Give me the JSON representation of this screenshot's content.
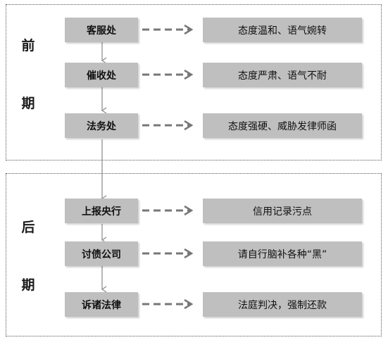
{
  "phases": {
    "early": {
      "label_line1": "前",
      "label_line2": "期"
    },
    "late": {
      "label_line1": "后",
      "label_line2": "期"
    }
  },
  "steps": [
    {
      "label": "客服处",
      "result": "态度温和、语气婉转"
    },
    {
      "label": "催收处",
      "result": "态度严肃、语气不耐"
    },
    {
      "label": "法务处",
      "result": "态度强硬、威胁发律师函"
    },
    {
      "label": "上报央行",
      "result": "信用记录污点"
    },
    {
      "label": "讨债公司",
      "result": "请自行脑补各种“黑”"
    },
    {
      "label": "诉诸法律",
      "result": "法庭判决，强制还款"
    }
  ],
  "colors": {
    "box_fill": "#bfbfbf",
    "arrow": "#888888",
    "border": "#555555"
  }
}
